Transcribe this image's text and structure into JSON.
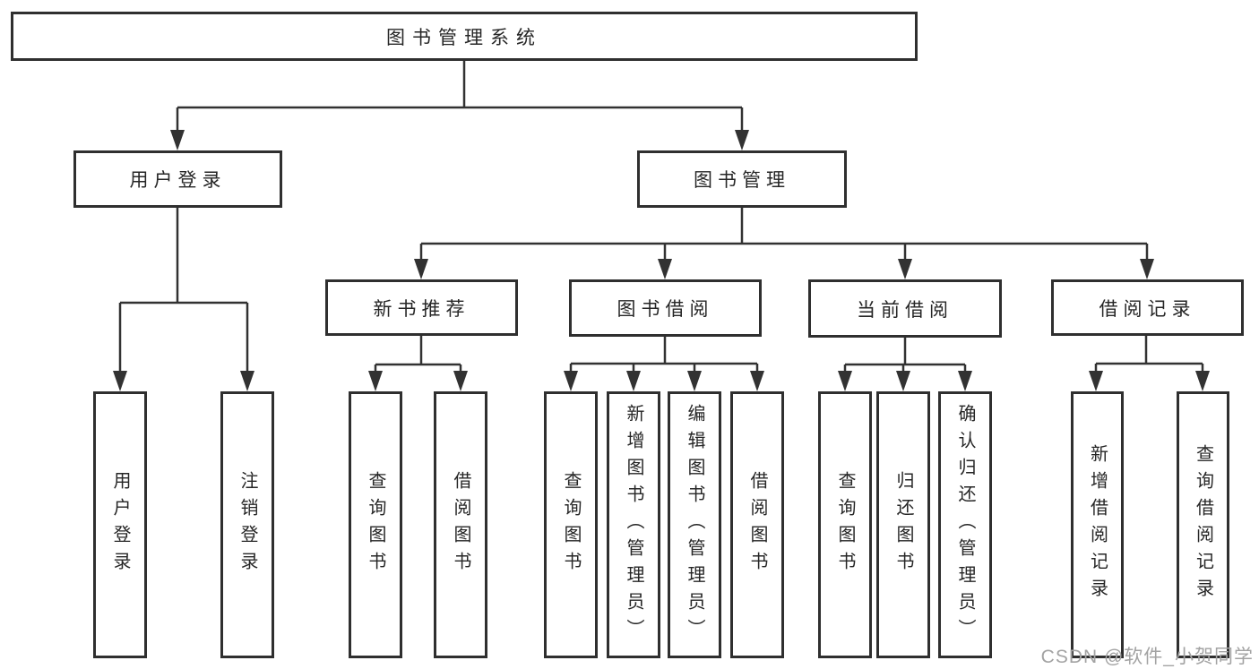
{
  "diagram": {
    "type": "tree",
    "colors": {
      "line": "#323232",
      "box_border": "#2f2f2f",
      "text": "#262626",
      "background": "#ffffff",
      "watermark": "#a3a3a3"
    },
    "tree": {
      "label": "图书管理系统",
      "children": [
        {
          "label": "用户登录",
          "children": [
            {
              "label": "用户登录"
            },
            {
              "label": "注销登录"
            }
          ]
        },
        {
          "label": "图书管理",
          "children": [
            {
              "label": "新书推荐",
              "children": [
                {
                  "label": "查询图书"
                },
                {
                  "label": "借阅图书"
                }
              ]
            },
            {
              "label": "图书借阅",
              "children": [
                {
                  "label": "查询图书"
                },
                {
                  "label": "新增图书（管理员）"
                },
                {
                  "label": "编辑图书（管理员）"
                },
                {
                  "label": "借阅图书"
                }
              ]
            },
            {
              "label": "当前借阅",
              "children": [
                {
                  "label": "查询图书"
                },
                {
                  "label": "归还图书"
                },
                {
                  "label": "确认归还（管理员）"
                }
              ]
            },
            {
              "label": "借阅记录",
              "children": [
                {
                  "label": "新增借阅记录"
                },
                {
                  "label": "查询借阅记录"
                }
              ]
            }
          ]
        }
      ]
    }
  },
  "watermark": {
    "text": "CSDN @软件_小贺同学"
  }
}
